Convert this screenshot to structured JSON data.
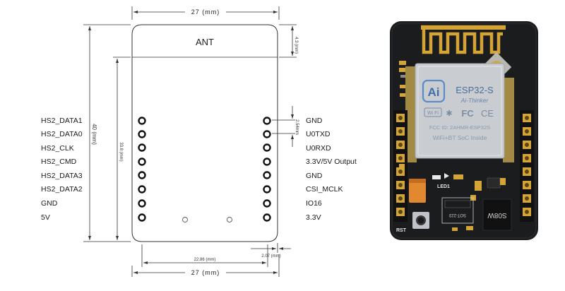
{
  "drawing": {
    "antenna_label": "ANT",
    "dim_top": "27 (mm)",
    "dim_bottom": "27 (mm)",
    "dim_left_outer": "40 (mm)",
    "dim_left_inner": "33.8 (mm)",
    "dim_right_ant": "4.3 (mm)",
    "dim_pitch": "2.54mm",
    "dim_pin_span": "22.86 (mm)",
    "dim_right_offset": "2.07 (mm)",
    "left_pins": [
      "HS2_DATA1",
      "HS2_DATA0",
      "HS2_CLK",
      "HS2_CMD",
      "HS2_DATA3",
      "HS2_DATA2",
      "GND",
      "5V"
    ],
    "right_pins": [
      "GND",
      "U0TXD",
      "U0RXD",
      "3.3V/5V Output",
      "GND",
      "CSI_MCLK",
      "IO16",
      "3.3V"
    ]
  },
  "board": {
    "module_brand": "Ai",
    "module_name": "ESP32-S",
    "module_maker": "Ai-Thinker",
    "wifi_mark": "Wi Fi",
    "bt_mark": "✱",
    "fc_mark": "FC",
    "ce_mark": "CE",
    "fcc_id": "FCC ID: 2AHMR-ESP32S",
    "soc_text": "WiFi+BT SoC Inside",
    "led_label": "LED1",
    "rst_label": "RST",
    "chip_label": "SOT-223",
    "s08w_label": "S08W"
  },
  "colors": {
    "line": "#333333",
    "pcb": "#1b1c1e",
    "gold": "#d4a437",
    "shield": "#c9ccd0",
    "header": "#111111"
  }
}
